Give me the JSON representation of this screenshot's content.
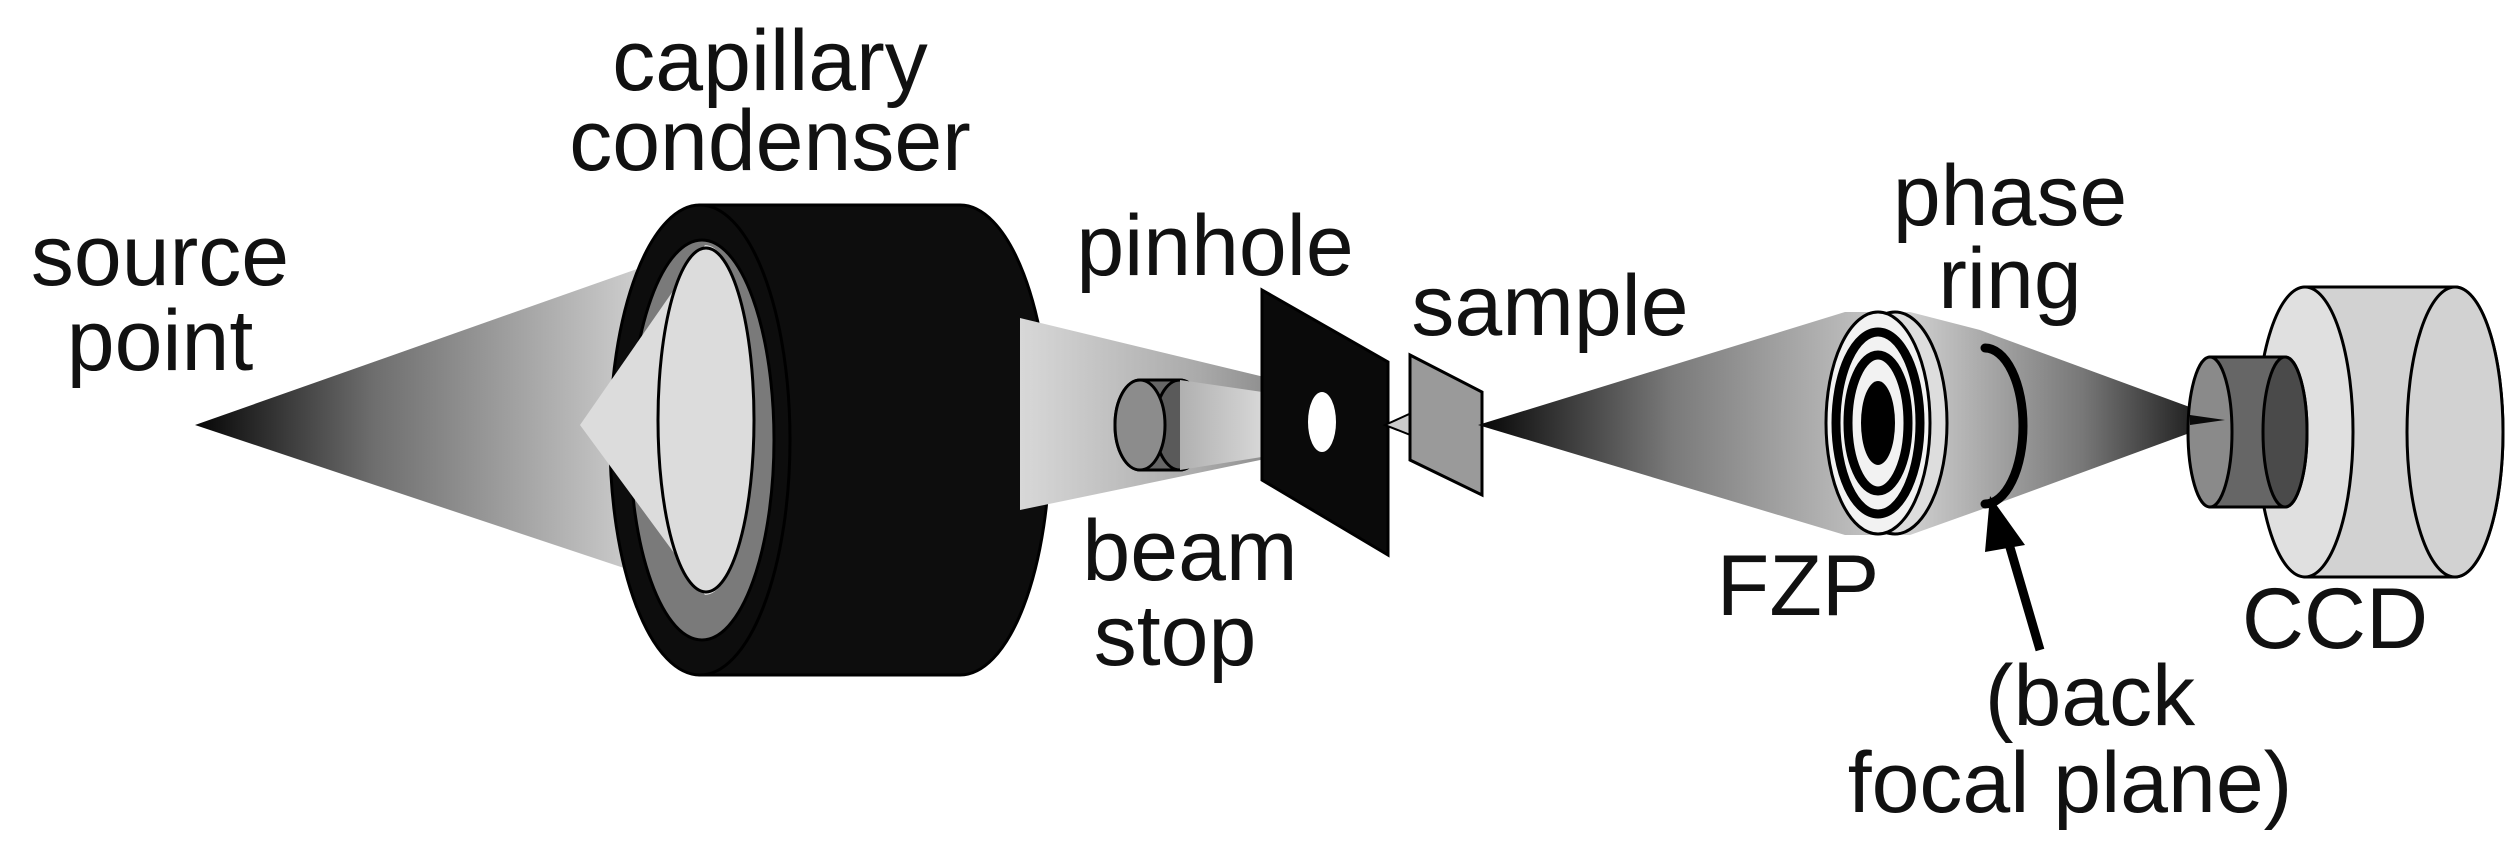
{
  "labels": {
    "source": [
      "source",
      "point"
    ],
    "condenser": [
      "capillary",
      "condenser"
    ],
    "pinhole": "pinhole",
    "beam_stop": [
      "beam",
      "stop"
    ],
    "sample": "sample",
    "fzp": "FZP",
    "phase_ring": [
      "phase",
      "ring"
    ],
    "back_focal_plane": [
      "(back",
      "focal plane)"
    ],
    "ccd": "CCD"
  }
}
